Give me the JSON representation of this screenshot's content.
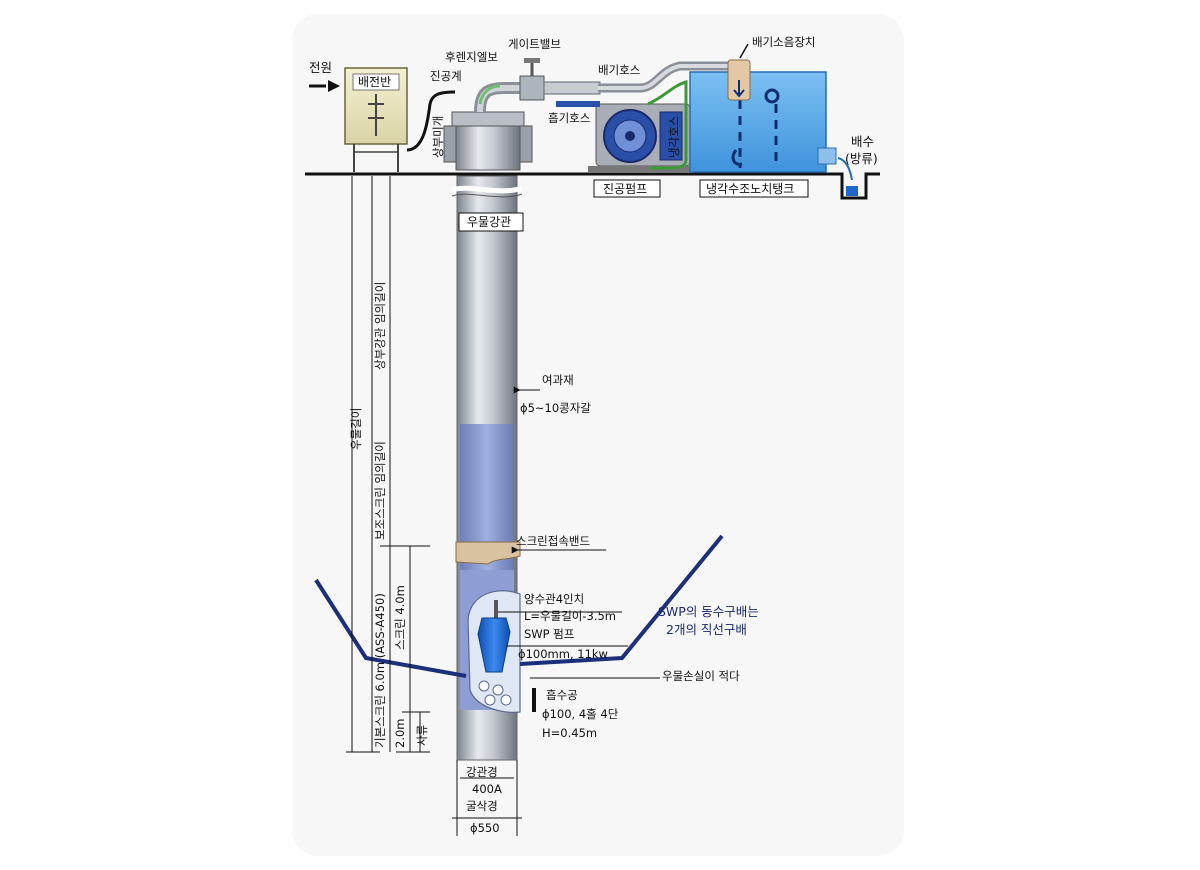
{
  "labels": {
    "power": "전원",
    "switchboard": "배전반",
    "fox_elbow": "후렌지엘보",
    "vacuum_gauge": "진공계",
    "gate_valve": "게이트밸브",
    "exhaust_hose": "배기호스",
    "exhaust_silencer": "배기소음장치",
    "suction_hose": "흡기호스",
    "cooling_hose": "냉각호스",
    "upper_cover": "상부미개",
    "vacuum_pump": "진공펌프",
    "cooling_tank": "냉각수조노치탱크",
    "drain": "배수",
    "drain_sub": "(방류)",
    "well_casing": "우물강관",
    "well_depth": "우물길이",
    "upper_casing_length": "상부강관 임의길이",
    "aux_screen_length": "보조스크린 임의길이",
    "base_screen": "기본스크린 6.0m (ASS-A450)",
    "screen_4m": "스크린 4.0m",
    "len_2m": "2.0m",
    "sump": "사류",
    "filter_material": "여과재",
    "filter_spec": "ϕ5~10콩자갈",
    "screen_band": "스크린접속밴드",
    "riser_pipe": "양수관4인치",
    "riser_length": "L=우물길이-3.5m",
    "swp_pump": "SWP 펌프",
    "swp_spec": "ϕ100mm, 11kw",
    "swp_gradient_1": "SWP의 동수구배는",
    "swp_gradient_2": "2개의 직선구배",
    "well_loss": "우물손실이 적다",
    "suction_hole": "흡수공",
    "suction_hole_spec": "ϕ100, 4홀 4단",
    "suction_hole_h": "H=0.45m",
    "casing_dia": "강관경",
    "casing_size": "400A",
    "bore_dia": "굴삭경",
    "bore_size": "ϕ550"
  },
  "colors": {
    "ground": "#111111",
    "water_blue": "#1e66c8",
    "pipe_blue": "#2a4fa8",
    "casing_gray": "#9aa0a8",
    "tank_blue": "#5aa8e8",
    "hose_green": "#3a9a3a",
    "drawdown_line": "#1c2f7a",
    "band_tan": "#d9c2a0"
  }
}
